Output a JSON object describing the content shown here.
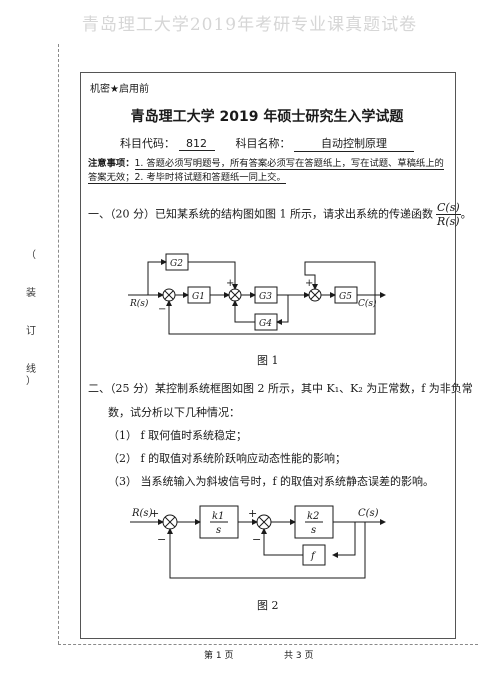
{
  "watermark": "青岛理工大学2019年考研专业课真题试卷",
  "side_label": [
    "（",
    "装",
    "订",
    "线",
    "）"
  ],
  "confidential": "机密★启用前",
  "exam_title": "青岛理工大学 2019 年硕士研究生入学试题",
  "subject": {
    "code_label": "科目代码：",
    "code": "812",
    "name_label": "科目名称：",
    "name": "自动控制原理"
  },
  "notice": {
    "label": "注意事项：",
    "item1": "1. 答题必须写明题号，所有答案必须写在答题纸上，写在试题、草稿纸上的答案无效；",
    "item2": "2. 考毕时将试题和答题纸一同上交。"
  },
  "q1": {
    "text": "一、（20 分）已知某系统的结构图如图 1 所示，请求出系统的传递函数",
    "frac_num": "C(s)",
    "frac_den": "R(s)",
    "tail": "。",
    "figure_caption": "图 1",
    "diagram": {
      "input": "R(s)",
      "output": "C(s)",
      "blocks": [
        "G2",
        "G1",
        "G3",
        "G4",
        "G5"
      ],
      "signs": [
        "+",
        "+",
        "−"
      ]
    }
  },
  "q2": {
    "line1": "二、（25 分）某控制系统框图如图 2 所示，其中 K₁、K₂ 为正常数，f 为非负常",
    "line2": "数，试分析以下几种情况：",
    "sub1": "（1） f 取何值时系统稳定；",
    "sub2": "（2） f 的取值对系统阶跃响应动态性能的影响；",
    "sub3": "（3） 当系统输入为斜坡信号时，f 的取值对系统静态误差的影响。",
    "figure_caption": "图 2",
    "diagram": {
      "input": "R(s)",
      "output": "C(s)",
      "block1_num": "k1",
      "block1_den": "s",
      "block2_num": "k2",
      "block2_den": "s",
      "feedback_block": "f",
      "signs": [
        "+",
        "−",
        "+",
        "−"
      ]
    }
  },
  "footer": {
    "page": "第 1 页",
    "total": "共 3 页"
  }
}
